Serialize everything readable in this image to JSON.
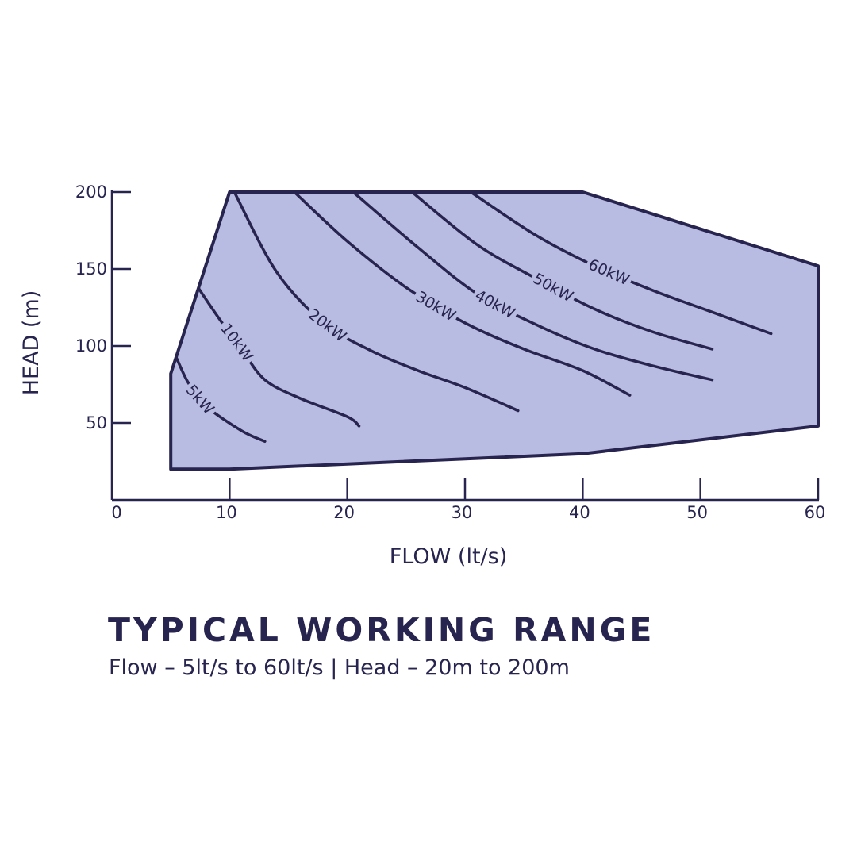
{
  "colors": {
    "ink": "#27244f",
    "fill": "#b8bbe2"
  },
  "chart_data": {
    "type": "area",
    "xlabel": "FLOW (lt/s)",
    "ylabel": "HEAD (m)",
    "xlim": [
      0,
      60
    ],
    "ylim": [
      0,
      200
    ],
    "x_ticks": [
      0,
      10,
      20,
      30,
      40,
      50,
      60
    ],
    "y_ticks": [
      50,
      100,
      150,
      200
    ],
    "legend": "none",
    "grid": false,
    "working_range": [
      [
        5,
        82
      ],
      [
        10,
        200
      ],
      [
        40,
        200
      ],
      [
        60,
        152
      ],
      [
        60,
        48
      ],
      [
        40,
        30
      ],
      [
        10,
        20
      ],
      [
        5,
        20
      ]
    ],
    "power_curves": [
      {
        "label": "5kW",
        "points": [
          [
            5.5,
            92
          ],
          [
            6.5,
            76
          ],
          [
            8,
            61
          ],
          [
            11,
            45
          ],
          [
            13,
            38
          ]
        ]
      },
      {
        "label": "10kW",
        "points": [
          [
            7.4,
            137
          ],
          [
            9,
            119
          ],
          [
            11,
            98
          ],
          [
            13,
            78
          ],
          [
            16,
            66
          ],
          [
            20,
            54
          ],
          [
            21,
            48
          ]
        ]
      },
      {
        "label": "20kW",
        "points": [
          [
            10.4,
            200
          ],
          [
            14,
            148
          ],
          [
            18,
            115
          ],
          [
            22,
            97
          ],
          [
            26,
            84
          ],
          [
            30,
            73
          ],
          [
            34.5,
            58
          ]
        ]
      },
      {
        "label": "30kW",
        "points": [
          [
            15.5,
            200
          ],
          [
            20,
            168
          ],
          [
            25,
            138
          ],
          [
            30,
            115
          ],
          [
            35,
            98
          ],
          [
            40,
            84
          ],
          [
            44,
            68
          ]
        ]
      },
      {
        "label": "40kW",
        "points": [
          [
            20.5,
            200
          ],
          [
            26,
            164
          ],
          [
            31,
            134
          ],
          [
            36,
            114
          ],
          [
            41,
            98
          ],
          [
            46,
            87
          ],
          [
            51,
            78
          ]
        ]
      },
      {
        "label": "50kW",
        "points": [
          [
            25.5,
            200
          ],
          [
            31,
            166
          ],
          [
            36,
            144
          ],
          [
            41,
            124
          ],
          [
            46,
            109
          ],
          [
            51,
            98
          ]
        ]
      },
      {
        "label": "60kW",
        "points": [
          [
            30.5,
            200
          ],
          [
            36,
            172
          ],
          [
            41,
            152
          ],
          [
            46,
            136
          ],
          [
            51,
            122
          ],
          [
            56,
            108
          ]
        ]
      }
    ]
  },
  "caption": {
    "title": "TYPICAL WORKING RANGE",
    "subtitle": "Flow – 5lt/s to 60lt/s | Head – 20m to 200m"
  }
}
